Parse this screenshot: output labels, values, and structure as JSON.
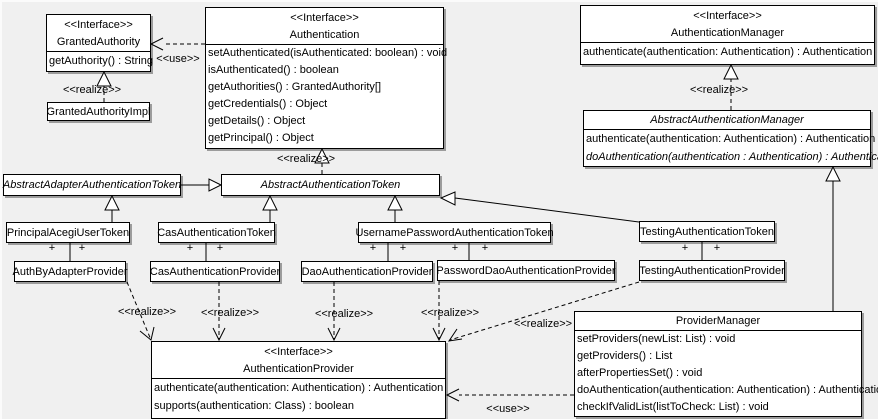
{
  "diagram_labels": {
    "use": "<<use>>",
    "realize": "<<realize>>",
    "plus": "+"
  },
  "colors": {
    "background": "#f0f0f0",
    "box_fill": "#ffffff",
    "box_border": "#000000",
    "box_shadow": "#9c9c9c",
    "line": "#000000"
  },
  "classes": {
    "granted_authority": {
      "stereotype": "<<Interface>>",
      "name": "GrantedAuthority",
      "methods": [
        "getAuthority() : String"
      ]
    },
    "granted_authority_impl": {
      "name": "GrantedAuthorityImpl"
    },
    "authentication": {
      "stereotype": "<<Interface>>",
      "name": "Authentication",
      "methods": [
        "setAuthenticated(isAuthenticated: boolean) : void",
        "isAuthenticated() : boolean",
        "getAuthorities() : GrantedAuthority[]",
        "getCredentials() : Object",
        "getDetails() : Object",
        "getPrincipal() : Object"
      ]
    },
    "authentication_manager": {
      "stereotype": "<<Interface>>",
      "name": "AuthenticationManager",
      "methods": [
        "authenticate(authentication: Authentication) : Authentication"
      ]
    },
    "abstract_authentication_manager": {
      "name": "AbstractAuthenticationManager",
      "methods": [
        "authenticate(authentication: Authentication) : Authentication",
        "doAuthentication(authentication : Authentication) : Authentication"
      ]
    },
    "abstract_adapter_authentication_token": {
      "name": "AbstractAdapterAuthenticationToken"
    },
    "abstract_authentication_token": {
      "name": "AbstractAuthenticationToken"
    },
    "principal_acegi_user_token": {
      "name": "PrincipalAcegiUserToken"
    },
    "cas_authentication_token": {
      "name": "CasAuthenticationToken"
    },
    "username_password_authentication_token": {
      "name": "UsernamePasswordAuthenticationToken"
    },
    "testing_authentication_token": {
      "name": "TestingAuthenticationToken"
    },
    "auth_by_adapter_provider": {
      "name": "AuthByAdapterProvider"
    },
    "cas_authentication_provider": {
      "name": "CasAuthenticationProvider"
    },
    "dao_authentication_provider": {
      "name": "DaoAuthenticationProvider"
    },
    "password_dao_authentication_provider": {
      "name": "PasswordDaoAuthenticationProvider"
    },
    "testing_authentication_provider": {
      "name": "TestingAuthenticationProvider"
    },
    "authentication_provider": {
      "stereotype": "<<Interface>>",
      "name": "AuthenticationProvider",
      "methods": [
        "authenticate(authentication: Authentication) : Authentication",
        "supports(authentication: Class) : boolean"
      ]
    },
    "provider_manager": {
      "name": "ProviderManager",
      "methods": [
        "setProviders(newList: List) : void",
        "getProviders() : List",
        "afterPropertiesSet() : void",
        "doAuthentication(authentication: Authentication) : Authentication",
        "checkIfValidList(listToCheck: List) : void"
      ]
    }
  }
}
